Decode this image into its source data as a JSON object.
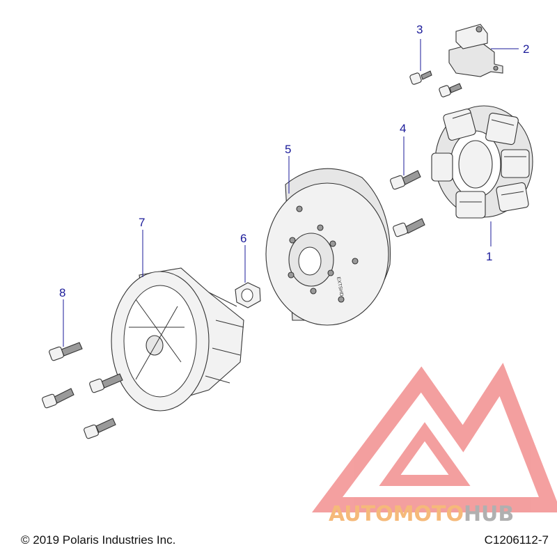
{
  "callouts": [
    {
      "id": "1",
      "label": "1"
    },
    {
      "id": "2",
      "label": "2"
    },
    {
      "id": "3",
      "label": "3"
    },
    {
      "id": "4",
      "label": "4"
    },
    {
      "id": "5",
      "label": "5"
    },
    {
      "id": "6",
      "label": "6"
    },
    {
      "id": "7",
      "label": "7"
    },
    {
      "id": "8",
      "label": "8"
    }
  ],
  "flywheel_marking": "EXTSHD",
  "footer": {
    "copyright": "© 2019 Polaris Industries Inc.",
    "drawing_code": "C1206112-7"
  },
  "watermark": {
    "part1": "AUTOMOTO",
    "part2": "HUB",
    "color_part1": "#f5b97a",
    "color_part2": "#b0b0b0",
    "logo_color": "#f08080"
  },
  "colors": {
    "callout": "#1a1a99"
  }
}
